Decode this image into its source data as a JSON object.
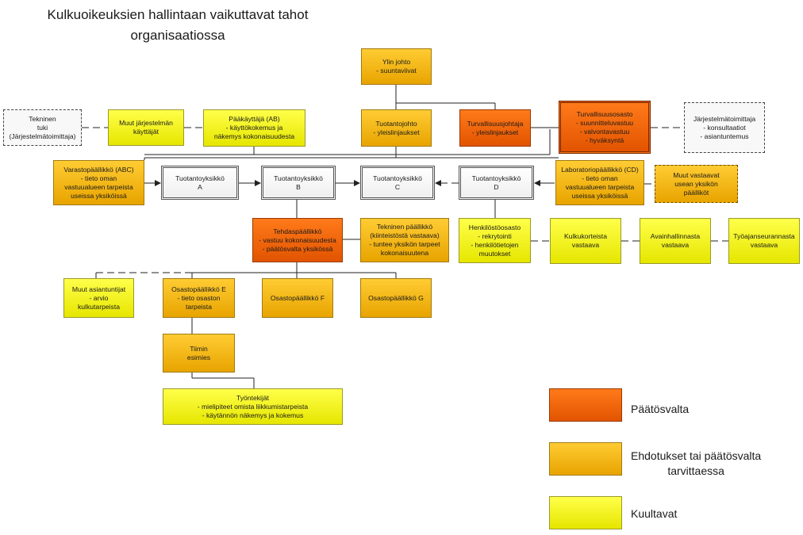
{
  "title": {
    "line1": "Kulkuoikeuksien hallintaan vaikuttavat tahot",
    "line2": "organisaatiossa"
  },
  "nodes": {
    "ylin_johto": [
      "Ylin johto",
      "- suuntaviivat"
    ],
    "tekninen_tuki": [
      "Tekninen",
      "tuki",
      "(Järjestelmätoimittaja)"
    ],
    "muut_jarjestelman_kayttajat": [
      "Muut järjestelmän",
      "käyttäjät"
    ],
    "paakayttaja": [
      "Pääkäyttäjä (AB)",
      "- käyttökokemus ja",
      "näkemys kokonaisuudesta"
    ],
    "tuotantojohto": [
      "Tuotantojohto",
      "- yleislinjaukset"
    ],
    "turvallisuusjohtaja": [
      "Turvallisuusjohtaja",
      "- yleislinjaukset"
    ],
    "turvallisuusosasto": [
      "Turvallisuusosasto",
      "- suunnitteluvastuu",
      "- valvontavastuu",
      "- hyväksyntä"
    ],
    "jarjestelmatoimittaja": [
      "Järjestelmätoimittaja",
      "- konsultaatiot",
      "- asiantuntemus"
    ],
    "varastopaallikko": [
      "Varastopäällikkö (ABC)",
      "- tieto oman",
      "vastuualueen tarpeista",
      "useissa yksiköissä"
    ],
    "tuotantoyksikko_a": [
      "Tuotantoyksikkö",
      "A"
    ],
    "tuotantoyksikko_b": [
      "Tuotantoyksikkö",
      "B"
    ],
    "tuotantoyksikko_c": [
      "Tuotantoyksikkö",
      "C"
    ],
    "tuotantoyksikko_d": [
      "Tuotantoyksikkö",
      "D"
    ],
    "laboratoriopaallikko": [
      "Laboratoriopäällikkö (CD)",
      "- tieto oman",
      "vastuualueen tarpeista",
      "useissa yksiköissä"
    ],
    "muut_vastaavat": [
      "Muut vastaavat",
      "usean yksikön",
      "päälliköt"
    ],
    "tehdaspaallikko": [
      "Tehdaspäällikkö",
      "- vastuu kokonaisuudesta",
      "- päätösvalta yksikössä"
    ],
    "tekninen_paallikko": [
      "Tekninen päällikkö",
      "(kiinteistöstä vastaava)",
      "- tuntee yksikön tarpeet",
      "kokonaisuutena"
    ],
    "henkilostoosasto": [
      "Henkilöstöosasto",
      "- rekrytointi",
      "- henkilötietojen",
      "muutokset"
    ],
    "kulkukorteista": [
      "Kulkukorteista",
      "vastaava"
    ],
    "avainhallinnasta": [
      "Avainhallinnasta",
      "vastaava"
    ],
    "tyoajanseurannasta": [
      "Työajanseurannasta",
      "vastaava"
    ],
    "muut_asiantuntijat": [
      "Muut asiantuntijat",
      "- arvio",
      "kulkutarpeista"
    ],
    "osastopaallikko_e": [
      "Osastopäällikkö E",
      "- tieto osaston",
      "tarpeista"
    ],
    "osastopaallikko_f": [
      "Osastopäällikkö F"
    ],
    "osastopaallikko_g": [
      "Osastopäällikkö G"
    ],
    "tiimin_esimies": [
      "Tiimin",
      "esimies"
    ],
    "tyontekijat": [
      "Työntekijät",
      "- mielipiteet omista liikkumistarpeista",
      "- käytännön näkemys ja kokemus"
    ]
  },
  "legend": [
    {
      "label": [
        "Päätösvalta"
      ],
      "color": "#f06a0a"
    },
    {
      "label": [
        "Ehdotukset tai päätösvalta",
        "tarvittaessa"
      ],
      "color": "#f5b81a"
    },
    {
      "label": [
        "Kuultavat"
      ],
      "color": "#f4f41c"
    }
  ],
  "colors": {
    "decision": "#f06a0a",
    "proposal": "#f5b81a",
    "consulted": "#f4f41c",
    "unit": "#ffffff",
    "external": "#f8f8f8"
  }
}
